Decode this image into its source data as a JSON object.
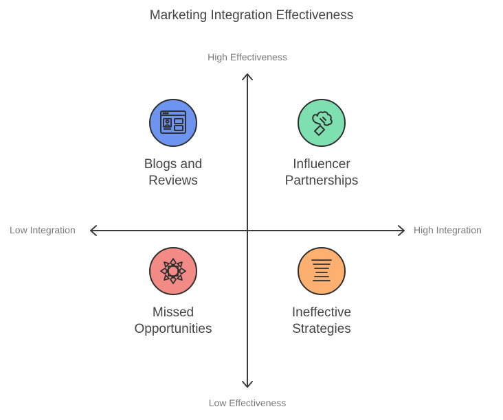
{
  "title": "Marketing Integration Effectiveness",
  "axes": {
    "y_high": "High Effectiveness",
    "y_low": "Low Effectiveness",
    "x_low": "Low Integration",
    "x_high": "High Integration"
  },
  "quadrants": {
    "top_left": {
      "line1": "Blogs and",
      "line2": "Reviews",
      "icon": "blog-webpage-icon",
      "color": "#6d95f0"
    },
    "top_right": {
      "line1": "Influencer",
      "line2": "Partnerships",
      "icon": "megaphone-icon",
      "color": "#7ee0b0"
    },
    "bottom_left": {
      "line1": "Missed",
      "line2": "Opportunities",
      "icon": "broken-pattern-icon",
      "color": "#f28b85"
    },
    "bottom_right": {
      "line1": "Ineffective",
      "line2": "Strategies",
      "icon": "lines-icon",
      "color": "#fdb070"
    }
  }
}
